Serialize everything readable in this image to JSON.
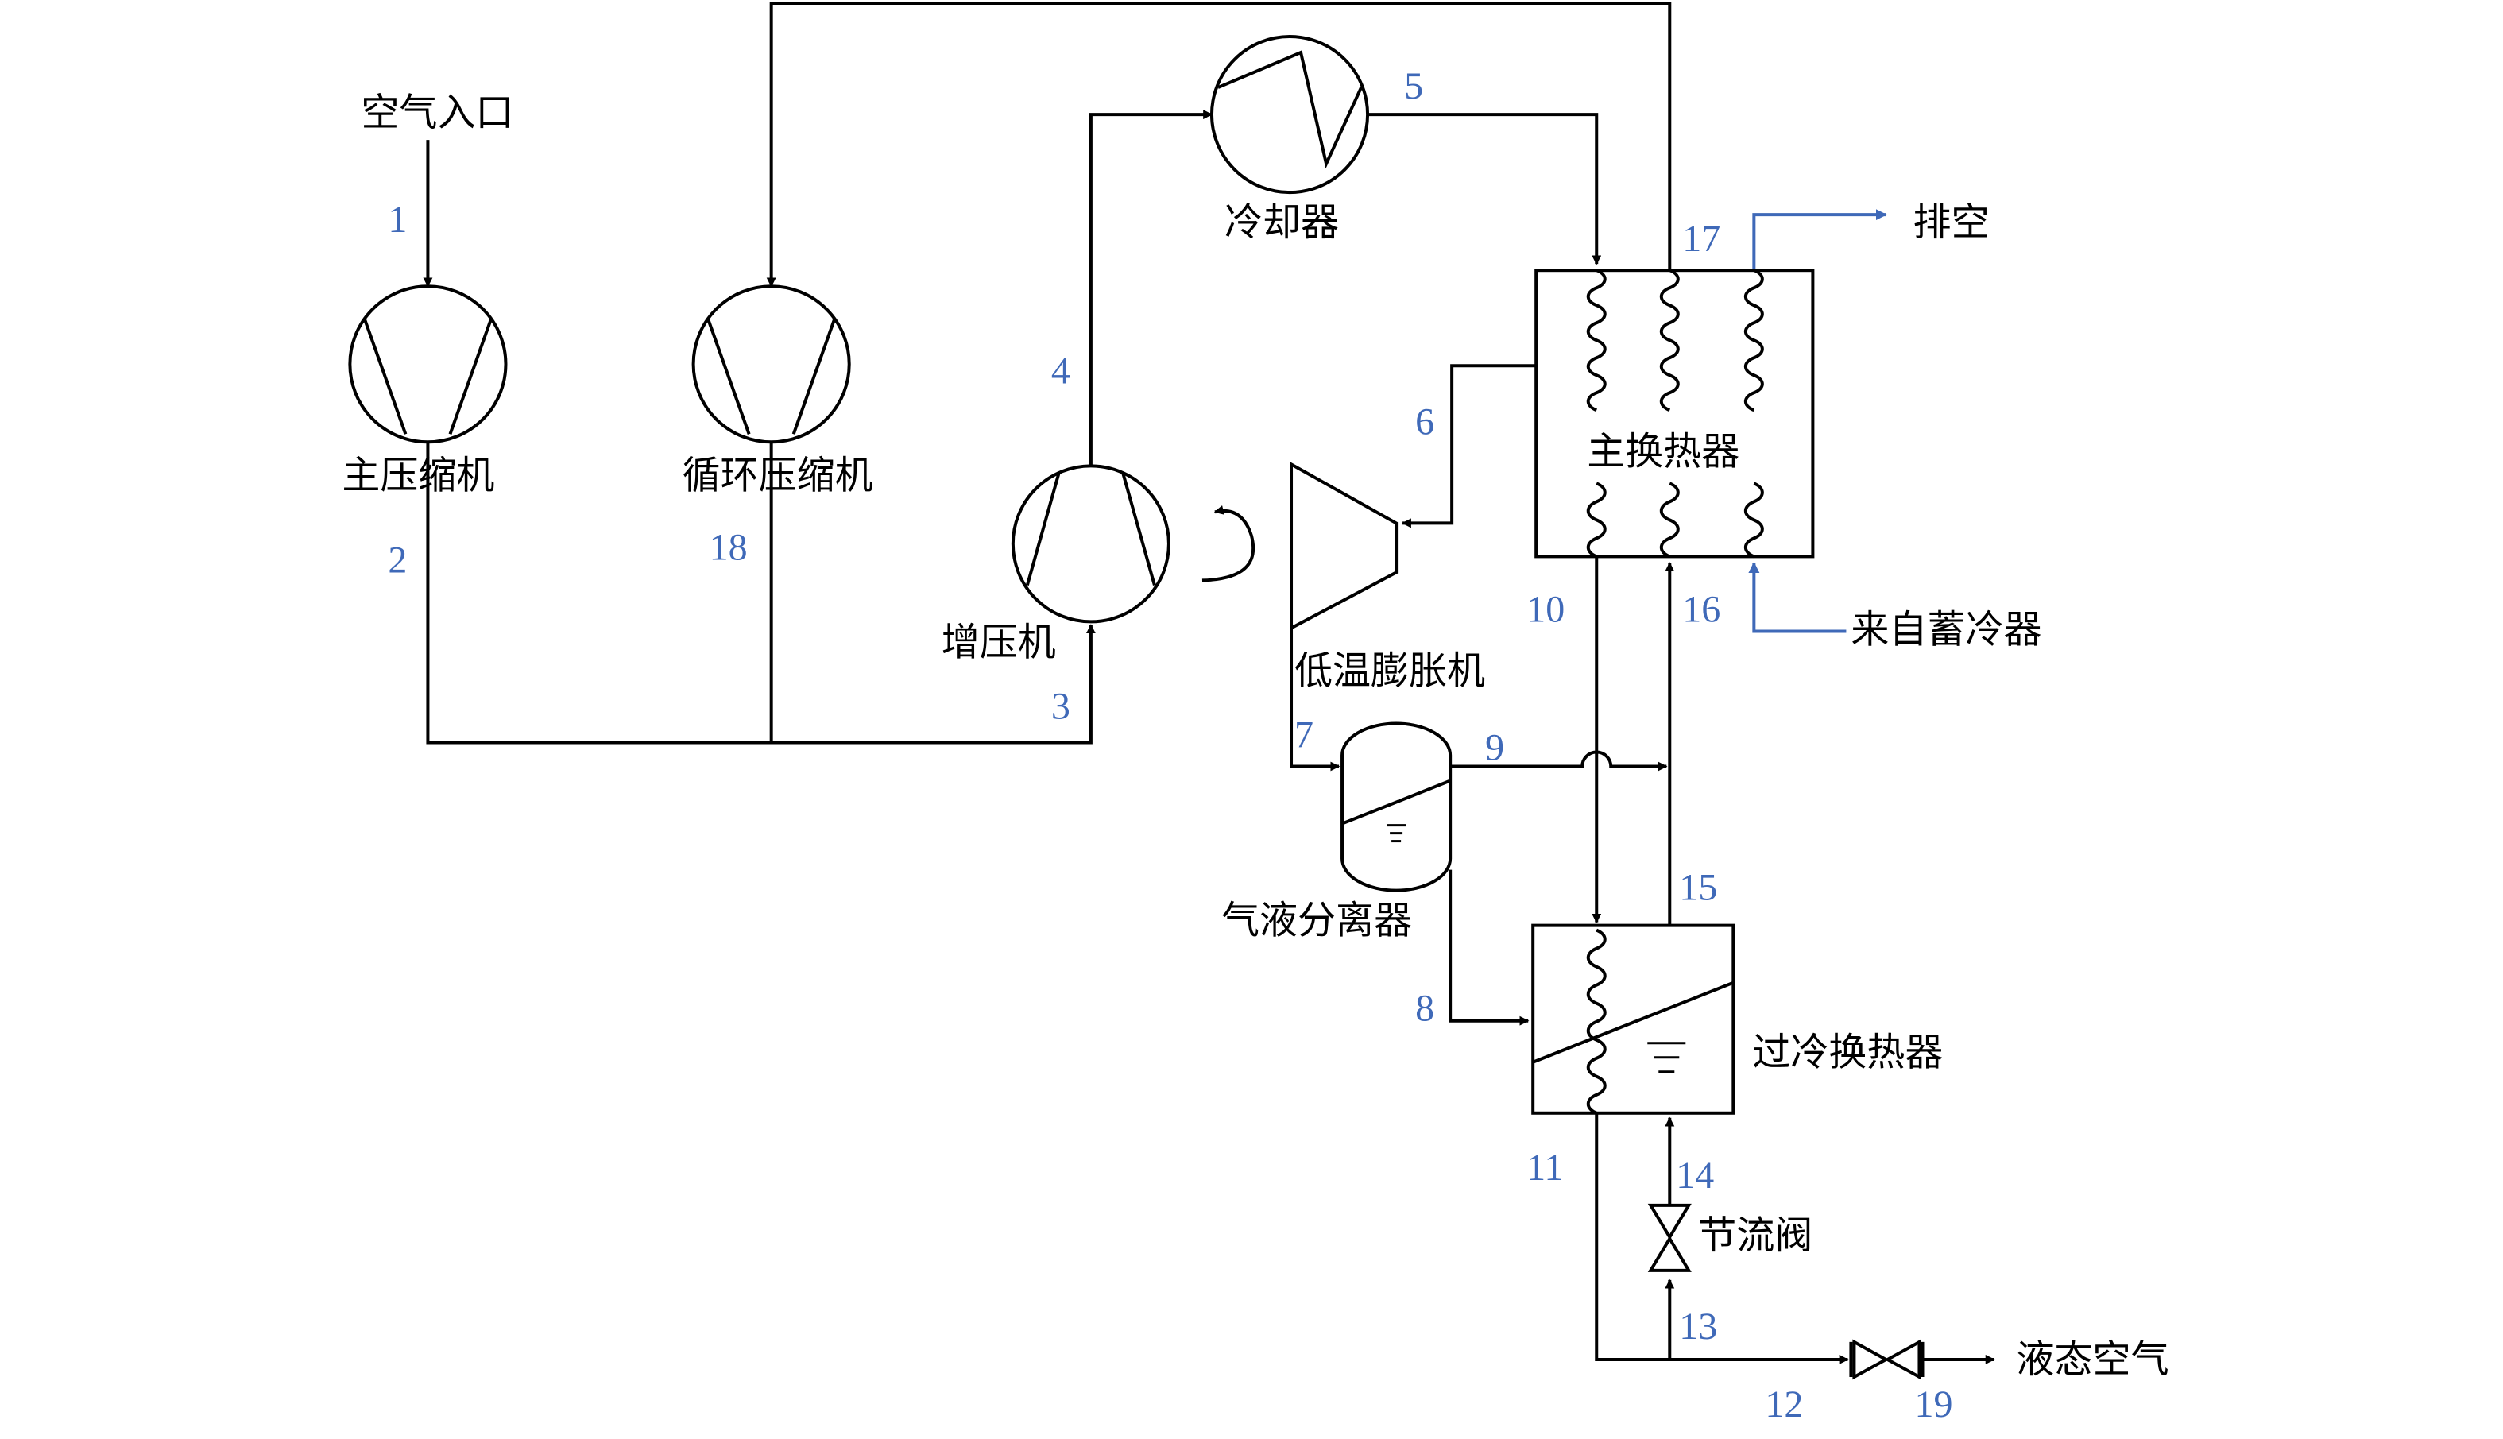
{
  "colors": {
    "line": "#000000",
    "stream_number": "#3f69b8",
    "vent_line": "#3f69b8"
  },
  "labels": {
    "air_inlet": "空气入口",
    "main_compressor": "主压缩机",
    "recycle_compressor": "循环压缩机",
    "booster": "增压机",
    "cooler": "冷却器",
    "main_heat_exchanger": "主换热器",
    "cryo_expander": "低温膨胀机",
    "separator": "气液分离器",
    "subcooler": "过冷换热器",
    "throttle_valve": "节流阀",
    "vent": "排空",
    "from_cold_storage": "来自蓄冷器",
    "liquid_air": "液态空气"
  },
  "streams": [
    "1",
    "2",
    "3",
    "4",
    "5",
    "6",
    "7",
    "8",
    "9",
    "10",
    "11",
    "12",
    "13",
    "14",
    "15",
    "16",
    "17",
    "18",
    "19"
  ]
}
